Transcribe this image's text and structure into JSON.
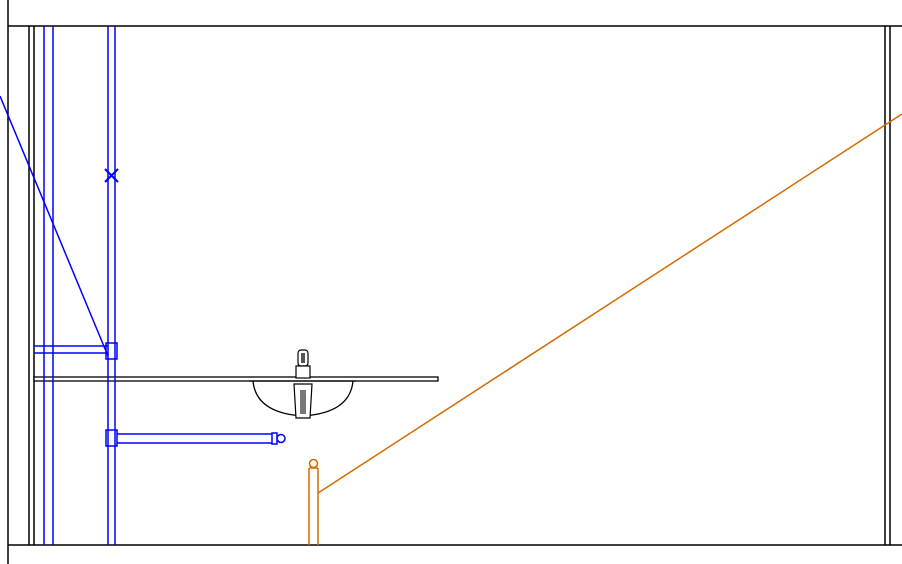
{
  "drawing": {
    "view": "bathroom-elevation",
    "background_color": "#ffffff",
    "colors": {
      "structure": "#000000",
      "cold_water": "#0000ff",
      "drain": "#d46a00"
    },
    "elements": [
      "floor-line",
      "ceiling-line",
      "left-wall",
      "right-wall",
      "countertop",
      "washbasin",
      "faucet",
      "supply-pipes",
      "stop-valve",
      "drain-pipe",
      "section-lines"
    ],
    "icons": [
      "valve-cross-icon",
      "pipe-cap-icon"
    ]
  }
}
